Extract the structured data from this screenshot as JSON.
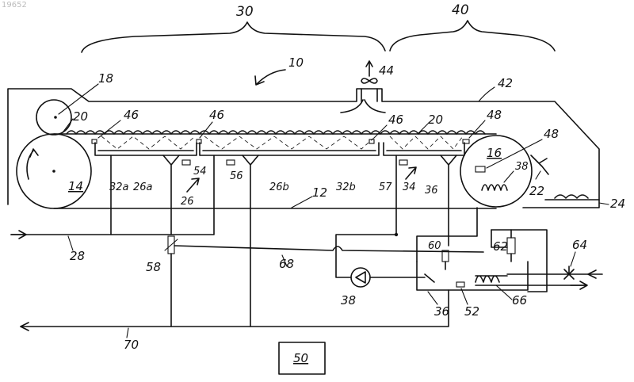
{
  "document_id": "19652",
  "labels": {
    "l30": "30",
    "l40": "40",
    "l10": "10",
    "l44": "44",
    "l42": "42",
    "l18": "18",
    "l20a": "20",
    "l46a": "46",
    "l46b": "46",
    "l46c": "46",
    "l20b": "20",
    "l48a": "48",
    "l48b": "48",
    "l16": "16",
    "l38a": "38",
    "l14": "14",
    "l32a": "32a",
    "l26a": "26a",
    "l54": "54",
    "l26": "26",
    "l56": "56",
    "l26b": "26b",
    "l32b": "32b",
    "l12": "12",
    "l57": "57",
    "l34": "34",
    "l36a": "36",
    "l22": "22",
    "l24": "24",
    "l28": "28",
    "l58": "58",
    "l68": "68",
    "l60": "60",
    "l62": "62",
    "l64": "64",
    "l38b": "38",
    "l36b": "36",
    "l52": "52",
    "l66": "66",
    "l70": "70",
    "l50": "50"
  }
}
